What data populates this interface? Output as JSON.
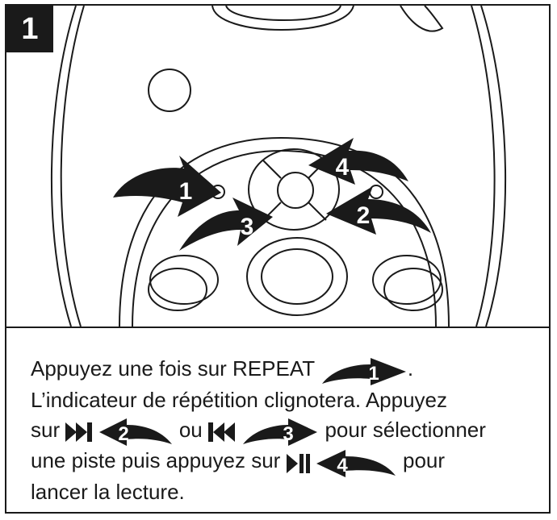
{
  "step": {
    "number": "1"
  },
  "callouts": [
    "1",
    "2",
    "3",
    "4"
  ],
  "instructions": {
    "line1": "Appuyez une fois sur REPEAT",
    "line1_end": ".",
    "line2": "L’indicateur de répétition clignotera. Appuyez",
    "line3_start": "sur",
    "line3_mid": "ou",
    "line3_end": "pour sélectionner",
    "line4_start": "une piste puis appuyez sur",
    "line4_end": "pour",
    "line5": "lancer la lecture."
  },
  "icons": {
    "next": "skip-next-icon",
    "prev": "skip-previous-icon",
    "play_pause": "play-pause-icon"
  },
  "colors": {
    "ink": "#1a1a1a",
    "paper": "#ffffff"
  }
}
